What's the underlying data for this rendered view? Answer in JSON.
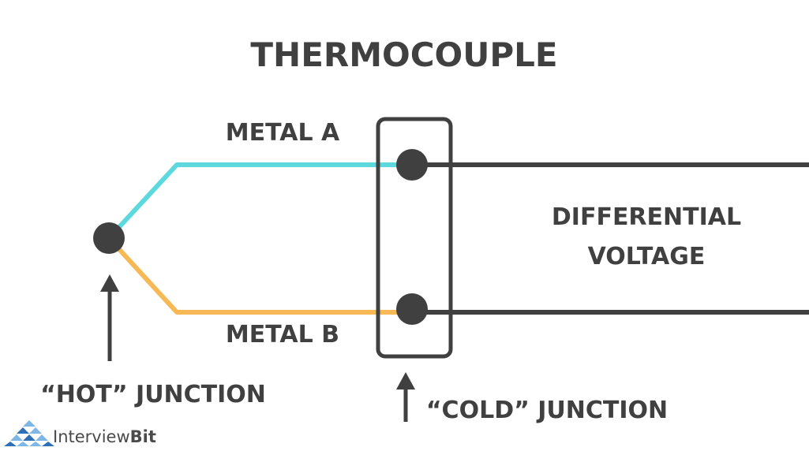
{
  "title": "THERMOCOUPLE",
  "labels": {
    "metal_a": "METAL A",
    "metal_b": "METAL B",
    "differential_line1": "DIFFERENTIAL",
    "differential_line2": "VOLTAGE",
    "hot_junction": "“HOT” JUNCTION",
    "cold_junction": "“COLD” JUNCTION"
  },
  "logo": {
    "text_regular": "Interview",
    "text_bold": "Bit",
    "icon": "interviewbit-triangle-logo-icon"
  },
  "colors": {
    "metal_a": "#5dd9de",
    "metal_b": "#f7b955",
    "dark": "#404040",
    "logo_blue": "#2e6fb5",
    "logo_light": "#7fb6e6"
  }
}
